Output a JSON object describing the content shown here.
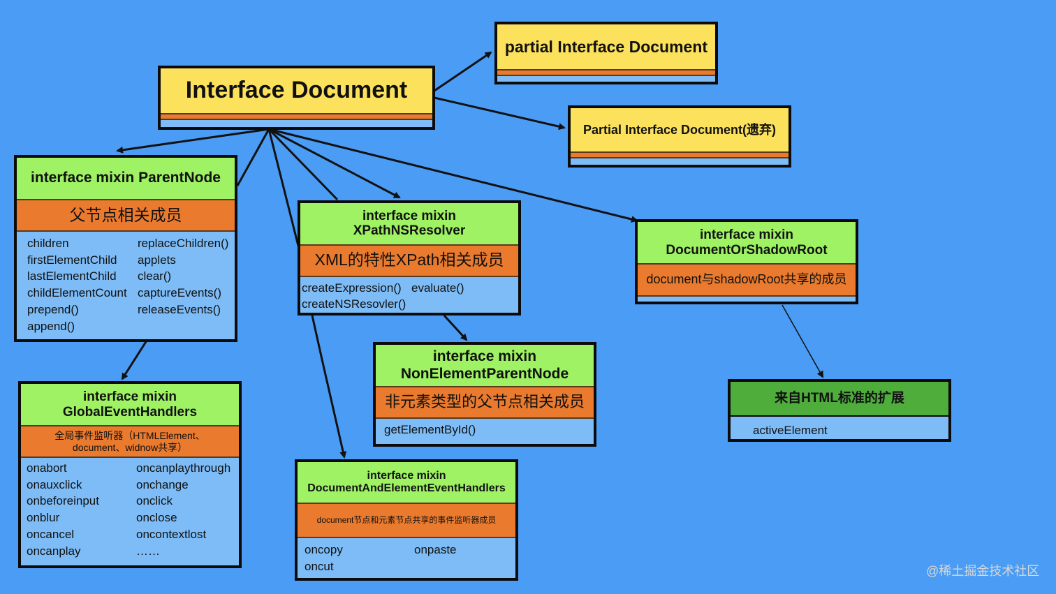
{
  "nodes": {
    "document": {
      "title": "Interface Document"
    },
    "partial_document": {
      "title": "partial Interface Document"
    },
    "partial_document_deprecated": {
      "title": "Partial Interface Document(遗弃)"
    },
    "parent_node": {
      "title": "interface mixin ParentNode",
      "subtitle": "父节点相关成员",
      "members": [
        "children",
        "replaceChildren()",
        "firstElementChild",
        "applets",
        "lastElementChild",
        "clear()",
        "childElementCount",
        "captureEvents()",
        "prepend()",
        "releaseEvents()",
        "append()"
      ]
    },
    "xpath": {
      "title_line1": "interface mixin",
      "title_line2": "XPathNSResolver",
      "subtitle": "XML的特性XPath相关成员",
      "members": [
        "createExpression()",
        "evaluate()",
        "createNSResovler()"
      ]
    },
    "doc_or_shadow": {
      "title_line1": "interface mixin",
      "title_line2": "DocumentOrShadowRoot",
      "subtitle": "document与shadowRoot共享的成员"
    },
    "non_element": {
      "title_line1": "interface mixin",
      "title_line2": "NonElementParentNode",
      "subtitle": "非元素类型的父节点相关成员",
      "members": [
        "getElementById()"
      ]
    },
    "html_ext": {
      "title": "来自HTML标准的扩展",
      "members": [
        "activeElement"
      ]
    },
    "global_events": {
      "title_line1": "interface mixin",
      "title_line2": "GlobalEventHandlers",
      "subtitle_line1": "全局事件监听器（HTMLElement、",
      "subtitle_line2": "document、widnow共享）",
      "members": [
        "onabort",
        "oncanplaythrough",
        "onauxclick",
        "onchange",
        "onbeforeinput",
        "onclick",
        "onblur",
        "onclose",
        "oncancel",
        "oncontextlost",
        "oncanplay",
        "……"
      ]
    },
    "doc_elem_events": {
      "title_line1": "interface mixin",
      "title_line2": "DocumentAndElementEventHandlers",
      "subtitle": "document节点和元素节点共享的事件监听器成员",
      "members": [
        "oncopy",
        "onpaste",
        "oncut"
      ]
    }
  },
  "watermark": "@稀土掘金技术社区",
  "colors": {
    "background": "#4a9cf5",
    "header_yellow": "#fce25c",
    "header_green": "#9ef263",
    "header_dark_green": "#4ead3b",
    "subtitle_orange": "#e97a2e",
    "members_blue": "#7dbcf7",
    "border": "#0b0b0b"
  }
}
